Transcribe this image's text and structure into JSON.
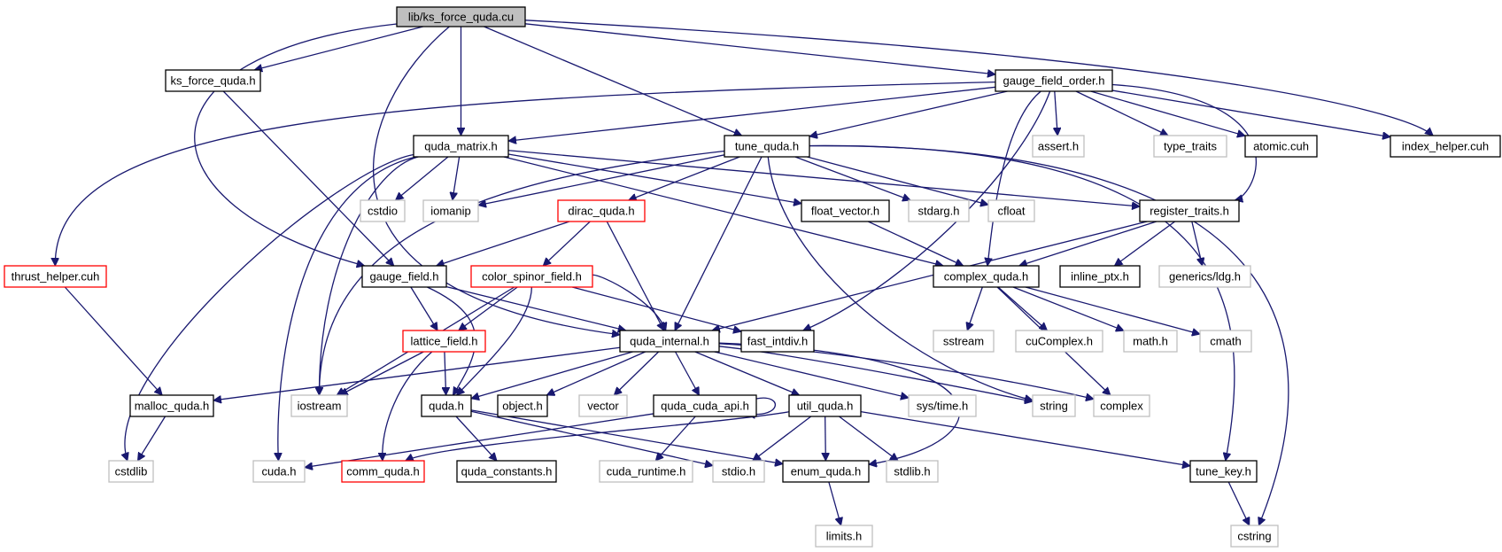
{
  "title": "lib/ks_force_quda.cu",
  "colors": {
    "edge": "#191970",
    "root_fill": "#bfbfbf",
    "documented_border": "#000000",
    "system_border": "#bfbfbf",
    "truncated_border": "#ff0000"
  },
  "legend_kinds": {
    "root": "current file",
    "doc": "documented header",
    "sys": "system / undocumented header",
    "trunc": "header with truncated include graph"
  },
  "nodes": [
    {
      "id": "root",
      "label": "lib/ks_force_quda.cu",
      "kind": "root"
    },
    {
      "id": "ks_force_quda_h",
      "label": "ks_force_quda.h",
      "kind": "doc"
    },
    {
      "id": "gauge_field_order_h",
      "label": "gauge_field_order.h",
      "kind": "doc"
    },
    {
      "id": "quda_matrix_h",
      "label": "quda_matrix.h",
      "kind": "doc"
    },
    {
      "id": "tune_quda_h",
      "label": "tune_quda.h",
      "kind": "doc"
    },
    {
      "id": "assert_h",
      "label": "assert.h",
      "kind": "sys"
    },
    {
      "id": "type_traits",
      "label": "type_traits",
      "kind": "sys"
    },
    {
      "id": "atomic_cuh",
      "label": "atomic.cuh",
      "kind": "doc"
    },
    {
      "id": "index_helper_cuh",
      "label": "index_helper.cuh",
      "kind": "doc"
    },
    {
      "id": "cstdio",
      "label": "cstdio",
      "kind": "sys"
    },
    {
      "id": "iomanip",
      "label": "iomanip",
      "kind": "sys"
    },
    {
      "id": "dirac_quda_h",
      "label": "dirac_quda.h",
      "kind": "trunc"
    },
    {
      "id": "float_vector_h",
      "label": "float_vector.h",
      "kind": "doc"
    },
    {
      "id": "stdarg_h",
      "label": "stdarg.h",
      "kind": "sys"
    },
    {
      "id": "cfloat",
      "label": "cfloat",
      "kind": "sys"
    },
    {
      "id": "register_traits_h",
      "label": "register_traits.h",
      "kind": "doc"
    },
    {
      "id": "thrust_helper_cuh",
      "label": "thrust_helper.cuh",
      "kind": "trunc"
    },
    {
      "id": "gauge_field_h",
      "label": "gauge_field.h",
      "kind": "doc"
    },
    {
      "id": "color_spinor_field_h",
      "label": "color_spinor_field.h",
      "kind": "trunc"
    },
    {
      "id": "complex_quda_h",
      "label": "complex_quda.h",
      "kind": "doc"
    },
    {
      "id": "inline_ptx_h",
      "label": "inline_ptx.h",
      "kind": "doc"
    },
    {
      "id": "generics_ldg_h",
      "label": "generics/ldg.h",
      "kind": "sys"
    },
    {
      "id": "lattice_field_h",
      "label": "lattice_field.h",
      "kind": "trunc"
    },
    {
      "id": "quda_internal_h",
      "label": "quda_internal.h",
      "kind": "doc"
    },
    {
      "id": "fast_intdiv_h",
      "label": "fast_intdiv.h",
      "kind": "doc"
    },
    {
      "id": "sstream",
      "label": "sstream",
      "kind": "sys"
    },
    {
      "id": "cuComplex_h",
      "label": "cuComplex.h",
      "kind": "sys"
    },
    {
      "id": "math_h",
      "label": "math.h",
      "kind": "sys"
    },
    {
      "id": "cmath",
      "label": "cmath",
      "kind": "sys"
    },
    {
      "id": "malloc_quda_h",
      "label": "malloc_quda.h",
      "kind": "doc"
    },
    {
      "id": "iostream",
      "label": "iostream",
      "kind": "sys"
    },
    {
      "id": "quda_h",
      "label": "quda.h",
      "kind": "doc"
    },
    {
      "id": "object_h",
      "label": "object.h",
      "kind": "doc"
    },
    {
      "id": "vector",
      "label": "vector",
      "kind": "sys"
    },
    {
      "id": "quda_cuda_api_h",
      "label": "quda_cuda_api.h",
      "kind": "doc"
    },
    {
      "id": "util_quda_h",
      "label": "util_quda.h",
      "kind": "doc"
    },
    {
      "id": "sys_time_h",
      "label": "sys/time.h",
      "kind": "sys"
    },
    {
      "id": "string",
      "label": "string",
      "kind": "sys"
    },
    {
      "id": "complex",
      "label": "complex",
      "kind": "sys"
    },
    {
      "id": "cstdlib",
      "label": "cstdlib",
      "kind": "sys"
    },
    {
      "id": "cuda_h",
      "label": "cuda.h",
      "kind": "sys"
    },
    {
      "id": "comm_quda_h",
      "label": "comm_quda.h",
      "kind": "trunc"
    },
    {
      "id": "quda_constants_h",
      "label": "quda_constants.h",
      "kind": "doc"
    },
    {
      "id": "cuda_runtime_h",
      "label": "cuda_runtime.h",
      "kind": "sys"
    },
    {
      "id": "stdio_h",
      "label": "stdio.h",
      "kind": "sys"
    },
    {
      "id": "enum_quda_h",
      "label": "enum_quda.h",
      "kind": "doc"
    },
    {
      "id": "stdlib_h",
      "label": "stdlib.h",
      "kind": "sys"
    },
    {
      "id": "tune_key_h",
      "label": "tune_key.h",
      "kind": "doc"
    },
    {
      "id": "limits_h",
      "label": "limits.h",
      "kind": "sys"
    },
    {
      "id": "cstring",
      "label": "cstring",
      "kind": "sys"
    }
  ],
  "edges": [
    [
      "root",
      "ks_force_quda_h"
    ],
    [
      "root",
      "gauge_field_order_h"
    ],
    [
      "root",
      "quda_matrix_h"
    ],
    [
      "root",
      "tune_quda_h"
    ],
    [
      "root",
      "index_helper_cuh"
    ],
    [
      "root",
      "gauge_field_h"
    ],
    [
      "root",
      "quda_internal_h"
    ],
    [
      "ks_force_quda_h",
      "gauge_field_h"
    ],
    [
      "gauge_field_order_h",
      "quda_matrix_h"
    ],
    [
      "gauge_field_order_h",
      "tune_quda_h"
    ],
    [
      "gauge_field_order_h",
      "assert_h"
    ],
    [
      "gauge_field_order_h",
      "type_traits"
    ],
    [
      "gauge_field_order_h",
      "atomic_cuh"
    ],
    [
      "gauge_field_order_h",
      "index_helper_cuh"
    ],
    [
      "gauge_field_order_h",
      "register_traits_h"
    ],
    [
      "gauge_field_order_h",
      "thrust_helper_cuh"
    ],
    [
      "gauge_field_order_h",
      "complex_quda_h"
    ],
    [
      "gauge_field_order_h",
      "fast_intdiv_h"
    ],
    [
      "quda_matrix_h",
      "cstdio"
    ],
    [
      "quda_matrix_h",
      "iomanip"
    ],
    [
      "quda_matrix_h",
      "float_vector_h"
    ],
    [
      "quda_matrix_h",
      "register_traits_h"
    ],
    [
      "quda_matrix_h",
      "complex_quda_h"
    ],
    [
      "quda_matrix_h",
      "iostream"
    ],
    [
      "quda_matrix_h",
      "cstdlib"
    ],
    [
      "quda_matrix_h",
      "cuda_h"
    ],
    [
      "tune_quda_h",
      "iomanip"
    ],
    [
      "tune_quda_h",
      "dirac_quda_h"
    ],
    [
      "tune_quda_h",
      "stdarg_h"
    ],
    [
      "tune_quda_h",
      "cfloat"
    ],
    [
      "tune_quda_h",
      "quda_internal_h"
    ],
    [
      "tune_quda_h",
      "string"
    ],
    [
      "tune_quda_h",
      "tune_key_h"
    ],
    [
      "tune_quda_h",
      "cstring"
    ],
    [
      "tune_quda_h",
      "iostream"
    ],
    [
      "dirac_quda_h",
      "gauge_field_h"
    ],
    [
      "dirac_quda_h",
      "color_spinor_field_h"
    ],
    [
      "dirac_quda_h",
      "quda_internal_h"
    ],
    [
      "float_vector_h",
      "complex_quda_h"
    ],
    [
      "register_traits_h",
      "complex_quda_h"
    ],
    [
      "register_traits_h",
      "inline_ptx_h"
    ],
    [
      "register_traits_h",
      "generics_ldg_h"
    ],
    [
      "register_traits_h",
      "quda_internal_h"
    ],
    [
      "thrust_helper_cuh",
      "malloc_quda_h"
    ],
    [
      "gauge_field_h",
      "lattice_field_h"
    ],
    [
      "gauge_field_h",
      "quda_internal_h"
    ],
    [
      "gauge_field_h",
      "quda_h"
    ],
    [
      "color_spinor_field_h",
      "lattice_field_h"
    ],
    [
      "color_spinor_field_h",
      "quda_internal_h"
    ],
    [
      "color_spinor_field_h",
      "fast_intdiv_h"
    ],
    [
      "color_spinor_field_h",
      "quda_h"
    ],
    [
      "color_spinor_field_h",
      "iostream"
    ],
    [
      "complex_quda_h",
      "sstream"
    ],
    [
      "complex_quda_h",
      "cuComplex_h"
    ],
    [
      "complex_quda_h",
      "math_h"
    ],
    [
      "complex_quda_h",
      "cmath"
    ],
    [
      "complex_quda_h",
      "complex"
    ],
    [
      "lattice_field_h",
      "quda_h"
    ],
    [
      "lattice_field_h",
      "iostream"
    ],
    [
      "lattice_field_h",
      "comm_quda_h"
    ],
    [
      "quda_internal_h",
      "malloc_quda_h"
    ],
    [
      "quda_internal_h",
      "quda_h"
    ],
    [
      "quda_internal_h",
      "object_h"
    ],
    [
      "quda_internal_h",
      "vector"
    ],
    [
      "quda_internal_h",
      "quda_cuda_api_h"
    ],
    [
      "quda_internal_h",
      "util_quda_h"
    ],
    [
      "quda_internal_h",
      "sys_time_h"
    ],
    [
      "quda_internal_h",
      "string"
    ],
    [
      "quda_internal_h",
      "complex"
    ],
    [
      "quda_internal_h",
      "enum_quda_h"
    ],
    [
      "malloc_quda_h",
      "cstdlib"
    ],
    [
      "quda_h",
      "quda_constants_h"
    ],
    [
      "quda_h",
      "enum_quda_h"
    ],
    [
      "quda_h",
      "stdio_h"
    ],
    [
      "quda_cuda_api_h",
      "quda_cuda_api_h"
    ],
    [
      "quda_cuda_api_h",
      "cuda_runtime_h"
    ],
    [
      "quda_cuda_api_h",
      "cuda_h"
    ],
    [
      "util_quda_h",
      "stdio_h"
    ],
    [
      "util_quda_h",
      "enum_quda_h"
    ],
    [
      "util_quda_h",
      "stdlib_h"
    ],
    [
      "util_quda_h",
      "tune_key_h"
    ],
    [
      "util_quda_h",
      "comm_quda_h"
    ],
    [
      "enum_quda_h",
      "limits_h"
    ],
    [
      "tune_key_h",
      "cstring"
    ]
  ]
}
